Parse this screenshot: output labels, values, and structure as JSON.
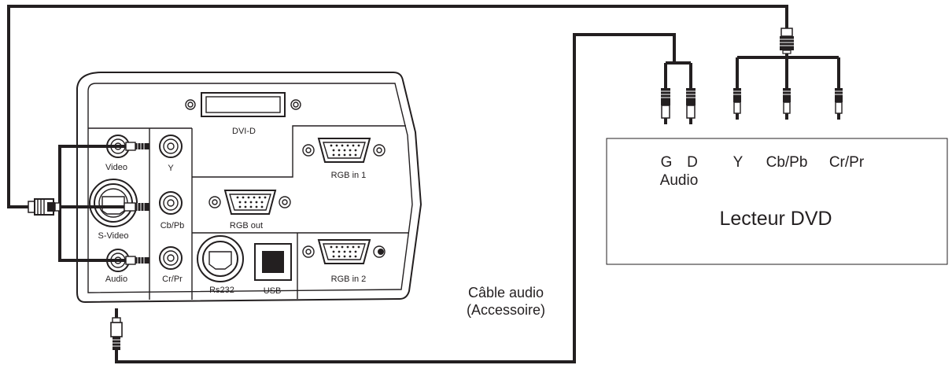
{
  "projector": {
    "ports": {
      "dvi_d": "DVI-D",
      "rgb_in_1": "RGB in 1",
      "rgb_out": "RGB out",
      "rgb_in_2": "RGB in 2",
      "video": "Video",
      "s_video": "S-Video",
      "audio": "Audio",
      "y": "Y",
      "cb_pb": "Cb/Pb",
      "cr_pr": "Cr/Pr",
      "rs232": "Rs232",
      "usb": "USB"
    }
  },
  "dvd_player": {
    "title": "Lecteur DVD",
    "labels": {
      "g": "G",
      "d": "D",
      "audio": "Audio",
      "y": "Y",
      "cb_pb": "Cb/Pb",
      "cr_pr": "Cr/Pr"
    }
  },
  "cable_label": {
    "line1": "Câble audio",
    "line2": "(Accessoire)"
  },
  "icons": [
    "dvi-port-icon",
    "vga-port-icon",
    "rca-jack-icon",
    "s-video-port-icon",
    "rs232-port-icon",
    "usb-port-icon",
    "rca-plug-icon",
    "stereo-mini-plug-icon",
    "multi-connector-plug-icon"
  ],
  "colors": {
    "line": "#231f20",
    "background": "#ffffff"
  }
}
